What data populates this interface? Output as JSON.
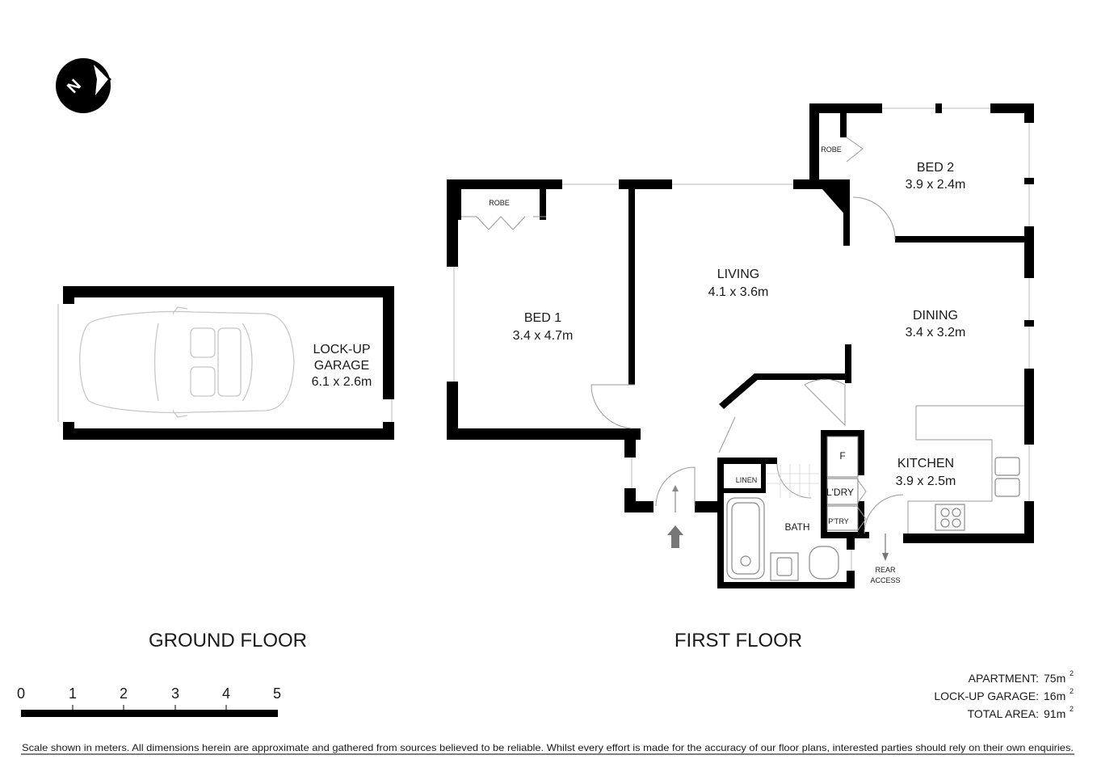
{
  "compass": {
    "letter": "N"
  },
  "ground_floor": {
    "title": "GROUND FLOOR",
    "garage": {
      "name_line1": "LOCK-UP",
      "name_line2": "GARAGE",
      "dims": "6.1 x 2.6m"
    }
  },
  "first_floor": {
    "title": "FIRST FLOOR",
    "rooms": {
      "bed1": {
        "name": "BED 1",
        "dims": "3.4 x 4.7m"
      },
      "bed2": {
        "name": "BED 2",
        "dims": "3.9 x 2.4m"
      },
      "living": {
        "name": "LIVING",
        "dims": "4.1 x 3.6m"
      },
      "dining": {
        "name": "DINING",
        "dims": "3.4 x 3.2m"
      },
      "kitchen": {
        "name": "KITCHEN",
        "dims": "3.9 x 2.5m"
      },
      "bath": {
        "name": "BATH"
      }
    },
    "fixtures": {
      "robe1": "ROBE",
      "robe2": "ROBE",
      "linen": "LINEN",
      "fridge": "F",
      "laundry": "L'DRY",
      "pantry": "P'TRY",
      "rear_access_line1": "REAR",
      "rear_access_line2": "ACCESS"
    }
  },
  "areas": [
    {
      "label": "APARTMENT:",
      "value": "75m",
      "unit_sup": "2"
    },
    {
      "label": "LOCK-UP GARAGE:",
      "value": "16m",
      "unit_sup": "2"
    },
    {
      "label": "TOTAL AREA:",
      "value": "91m",
      "unit_sup": "2"
    }
  ],
  "scale_bar": {
    "ticks": [
      "0",
      "1",
      "2",
      "3",
      "4",
      "5"
    ]
  },
  "disclaimer": "Scale shown in meters. All dimensions herein are approximate and gathered from sources believed to be  reliable. Whilst every effort is made for the accuracy of our floor plans, interested parties should rely on their own enquiries."
}
